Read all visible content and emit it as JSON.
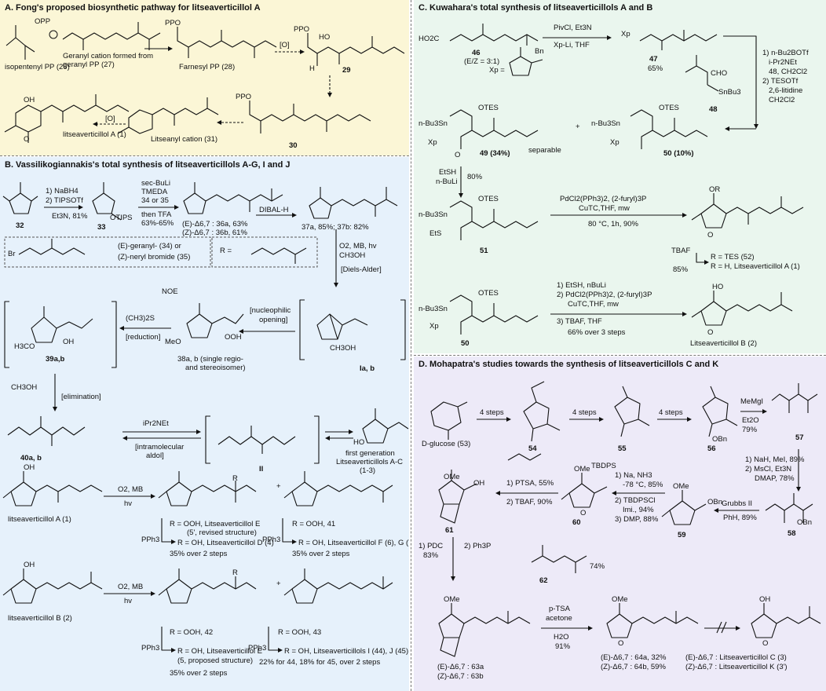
{
  "panelA": {
    "title": "A. Fong's proposed biosynthetic pathway for litseaverticillol A",
    "opp": "OPP",
    "ipp": "isopentenyl PP (26)",
    "geranyl": "Geranyl cation formed from geranyl PP (27)",
    "ppo1": "PPO",
    "farnesyl": "Farnesyl PP (28)",
    "ox": "[O]",
    "ppo2": "PPO",
    "ho": "HO",
    "h": "H",
    "c29": "29",
    "oh": "OH",
    "ox2": "[O]",
    "litA": "litseaverticillol A (1)",
    "litseanyl": "Litseanyl cation (31)",
    "ppo3": "PPO",
    "c30": "30",
    "o": "O"
  },
  "panelB": {
    "title": "B. Vassilikogiannakis's total synthesis of litseaverticillols A-G, I and J",
    "r1": "1) NaBH4",
    "r2": "2) TIPSOTf",
    "r3": "Et3N, 81%",
    "c32": "32",
    "otips": "OTIPS",
    "c33": "33",
    "secbuli": "sec-BuLi",
    "tmeda": "TMEDA",
    "r34": "34 or 35",
    "tfa": "then TFA",
    "yld": "63%-65%",
    "e36": "(E)-Δ6,7 : 36a, 63%",
    "z36": "(Z)-Δ6,7 : 36b, 61%",
    "dibal": "DIBAL-H",
    "c37": "37a, 85%; 37b: 82%",
    "br": "Br",
    "egeranyl": "(E)-geranyl- (34) or",
    "zneryl": "(Z)-neryl bromide (35)",
    "req": "R =",
    "o2": "O2, MB, hv",
    "meoh": "CH3OH",
    "diels": "[Diels-Alder]",
    "noe": "NOE",
    "me2s": "(CH3)2S",
    "reduction": "[reduction]",
    "nucl": "[nucleophilic",
    "opening": "opening]",
    "ooh": "OOH",
    "meo": "MeO",
    "c38": "38a, b (single regio-",
    "c38b": "and stereoisomer)",
    "c39": "39a,b",
    "h3co": "H3CO",
    "oh39": "OH",
    "ch3oh": "CH3OH",
    "elim": "[elimination]",
    "cIa": "Ia, b",
    "ch3ohb": "CH3OH",
    "c40": "40a, b",
    "ipr": "iPr2NEt",
    "intra": "[intramolecular",
    "aldol": "aldol]",
    "cII": "II",
    "first": "first generation",
    "litAC": "Litseaverticillols A-C",
    "c13": "(1-3)",
    "hoB": "HO",
    "litA1": "litseaverticillol A (1)",
    "o2mb": "O2, MB",
    "hv": "hv",
    "pph3a": "PPh3",
    "rooh5": "R = OOH, Litseaverticillol E",
    "c5p": "(5', revised structure)",
    "roh4": "R = OH, Litseaverticillol D (4)",
    "y35a": "35% over 2 steps",
    "pph3b": "PPh3",
    "rooh41": "R = OOH, 41",
    "roh67": "R = OH, Litseaverticillol F (6), G (7)",
    "y35b": "35% over 2 steps",
    "litB2": "litseaverticillol B (2)",
    "o2mb2": "O2, MB",
    "hv2": "hv",
    "pph3c": "PPh3",
    "rooh42": "R = OOH, 42",
    "rohE": "R = OH, Litseaverticillol E",
    "c5": "(5, proposed structure)",
    "y35c": "35% over 2 steps",
    "pph3d": "PPh3",
    "rooh43": "R = OOH, 43",
    "rohIJ": "R = OH, Litseaverticillols I (44), J (45)",
    "y22": "22% for 44, 18% for 45, over 2 steps",
    "R": "R",
    "oh": "OH"
  },
  "panelC": {
    "title": "C. Kuwahara's total synthesis of litseaverticillols A and B",
    "ho2c": "HO2C",
    "c46": "46",
    "ez": "(E/Z = 3:1)",
    "pivcl": "PivCl, Et3N",
    "xpli": "Xp-Li, THF",
    "xpeq": "Xp =",
    "bn": "Bn",
    "xp": "Xp",
    "c47": "47",
    "y65": "65%",
    "cho": "CHO",
    "snbu3": "SnBu3",
    "c48": "48",
    "s1": "1) n-Bu2BOTf",
    "s2": "i-Pr2NEt",
    "s3": "48, CH2Cl2",
    "s4": "2) TESOTf",
    "s5": "2,6-litidine",
    "s6": "CH2Cl2",
    "otes": "OTES",
    "nbu3sn": "n-Bu3Sn",
    "c49": "49 (34%)",
    "sep": "separable",
    "plus": "+",
    "c50": "50 (10%)",
    "etsh": "EtSH",
    "nbuli": "n-BuLi",
    "y80": "80%",
    "ets": "EtS",
    "c51": "51",
    "pd": "PdCl2(PPh3)2, (2-furyl)3P",
    "cutc": "CuTC,THF, mw",
    "cond": "80 °C, 1h, 90%",
    "tbaf": "TBAF",
    "y85": "85%",
    "rtes": "R = TES (52)",
    "rh": "R = H,  Litseaverticillol A (1)",
    "or": "OR",
    "st1": "1) EtSH, nBuLi",
    "st2": "2) PdCl2(PPh3)2, (2-furyl)3P",
    "st3": "CuTC,THF, mw",
    "st4": "3) TBAF, THF",
    "st5": "66% over 3 steps",
    "c50b": "50",
    "litB": "Litseaverticillol B (2)",
    "ho": "HO",
    "o": "O"
  },
  "panelD": {
    "title": "D. Mohapatra's studies towards the synthesis of litseaverticillols C and K",
    "glucose": "D-glucose (53)",
    "s4a": "4 steps",
    "s4b": "4 steps",
    "s4c": "4 steps",
    "c54": "54",
    "c55": "55",
    "c56": "56",
    "memgi": "MeMgI",
    "et2o": "Et2O",
    "y79": "79%",
    "c57": "57",
    "nah": "1) NaH, MeI, 89%",
    "mscl": "2) MsCl, Et3N",
    "dmap": "DMAP, 78%",
    "c58": "58",
    "grubbs": "Grubbs II",
    "phh": "PhH, 89%",
    "c59": "59",
    "na1": "1) Na, NH3",
    "na2": "-78 °C, 85%",
    "na3": "2) TBDPSCl",
    "na4": "Imi., 94%",
    "na5": "3) DMP, 88%",
    "c60": "60",
    "tbdps": "TBDPS",
    "ptsa": "1) PTSA, 55%",
    "tbaf": "2) TBAF, 90%",
    "c61": "61",
    "pdc": "1) PDC",
    "y83": "83%",
    "wittig": "2) Ph3P",
    "c62": "62",
    "y74": "74%",
    "e63": "(E)-Δ6,7 : 63a",
    "z63": "(Z)-Δ6,7 : 63b",
    "ptsa2": "p-TSA",
    "acetone": "acetone",
    "h2o": "H2O",
    "y91": "91%",
    "e64": "(E)-Δ6,7 : 64a, 32%",
    "z64": "(Z)-Δ6,7 : 64b, 59%",
    "eC": "(E)-Δ6,7 : Litseaverticillol C (3)",
    "zK": "(Z)-Δ6,7 : Litseaverticillol K (3')",
    "ome": "OMe",
    "obn": "OBn",
    "oh": "OH",
    "o": "O"
  }
}
